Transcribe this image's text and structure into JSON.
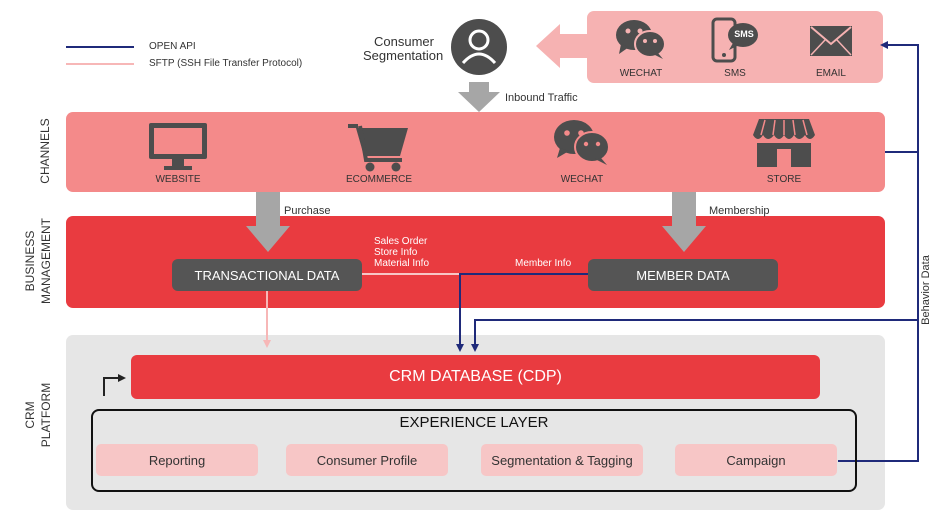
{
  "legend": {
    "open_api": "OPEN API",
    "sftp": "SFTP (SSH File Transfer Protocol)"
  },
  "consumer": {
    "label_line1": "Consumer",
    "label_line2": "Segmentation"
  },
  "touchpoints": [
    "WECHAT",
    "SMS",
    "EMAIL"
  ],
  "sms_badge": "SMS",
  "inbound": "Inbound Traffic",
  "layers": {
    "channels": "CHANNELS",
    "business_line1": "BUSINESS",
    "business_line2": "MANAGEMENT",
    "crm_line1": "CRM",
    "crm_line2": "PLATFORM"
  },
  "channels": [
    "WEBSITE",
    "ECOMMERCE",
    "WECHAT",
    "STORE"
  ],
  "flows": {
    "purchase": "Purchase",
    "membership": "Membership",
    "sales_order": "Sales Order",
    "store_info": "Store Info",
    "material_info": "Material Info",
    "member_info": "Member Info",
    "behavior_data": "Behavior Data"
  },
  "business": {
    "transactional": "TRANSACTIONAL DATA",
    "member": "MEMBER DATA"
  },
  "crm": {
    "database": "CRM DATABASE (CDP)",
    "experience": "EXPERIENCE LAYER",
    "modules": [
      "Reporting",
      "Consumer Profile",
      "Segmentation & Tagging",
      "Campaign"
    ]
  },
  "colors": {
    "open_api": "#1f2a7a",
    "sftp": "#f7b7b7",
    "channels_band": "#f48a8a",
    "business_band": "#e93b40",
    "crm_band": "#e6e6e6",
    "db": "#e93b40",
    "dark": "#555555",
    "arrow": "#a6a6a6",
    "icon": "#4d4d4d"
  }
}
